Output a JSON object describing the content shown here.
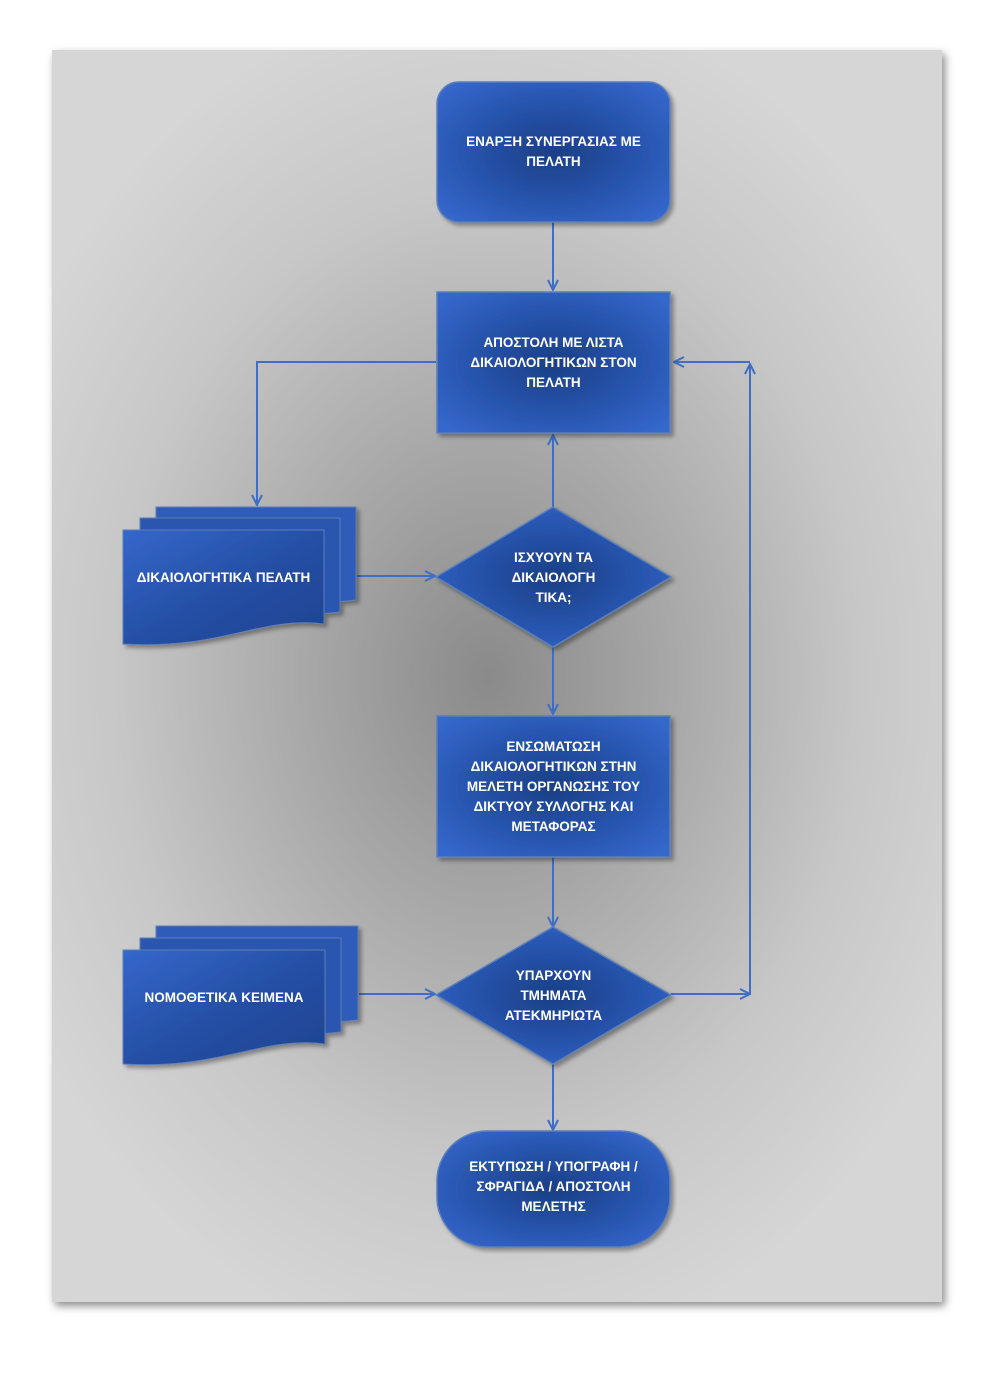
{
  "colors": {
    "box_fill": "#2a5fbf",
    "box_fill_dark": "#1a3f8a",
    "box_border": "#5d7fb8",
    "connector": "#3e6fc4",
    "text": "#ffffff"
  },
  "nodes": {
    "start": "ΕΝΑΡΞΗ ΣΥΝΕΡΓΑΣΙΑΣ ΜΕ\nΠΕΛΑΤΗ",
    "send_list": "ΑΠΟΣΤΟΛΗ ΜΕ ΛΙΣΤΑ\nΔΙΚΑΙΟΛΟΓΗΤΙΚΩΝ ΣΤΟΝ\nΠΕΛΑΤΗ",
    "client_docs": "ΔΙΚΑΙΟΛΟΓΗΤΙΚΑ ΠΕΛΑΤΗ",
    "decision_valid": "ΙΣΧΥΟΥΝ ΤΑ\nΔΙΚΑΙΟΛΟΓΗ\nΤΙΚΑ;",
    "integrate": "ΕΝΣΩΜΑΤΩΣΗ\nΔΙΚΑΙΟΛΟΓΗΤΙΚΩΝ ΣΤΗΝ\nΜΕΛΕΤΗ ΟΡΓΑΝΩΣΗΣ ΤΟΥ\nΔΙΚΤΥΟΥ ΣΥΛΛΟΓΗΣ ΚΑΙ\nΜΕΤΑΦΟΡΑΣ",
    "legislation": "ΝΟΜΟΘΕΤΙΚΑ ΚΕΙΜΕΝΑ",
    "decision_undocumented": "ΥΠΑΡΧΟΥΝ\nΤΜΗΜΑΤΑ\nΑΤΕΚΜΗΡΙΩΤΑ",
    "end": "ΕΚΤΥΠΩΣΗ / ΥΠΟΓΡΑΦΗ /\nΣΦΡΑΓΙΔΑ / ΑΠΟΣΤΟΛΗ\nΜΕΛΕΤΗΣ"
  }
}
